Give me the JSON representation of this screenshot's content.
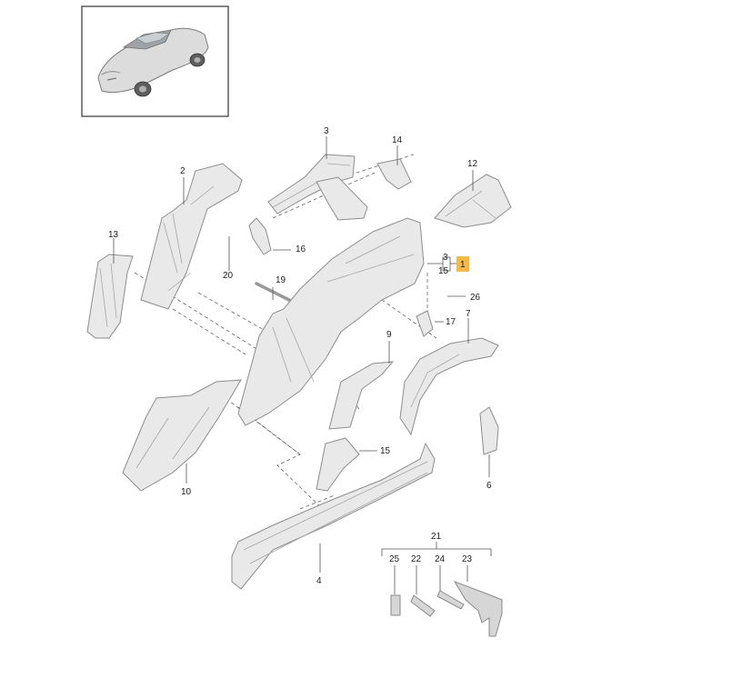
{
  "colors": {
    "background": "#ffffff",
    "part_fill": "#e9e9e9",
    "part_stroke": "#8d8d8d",
    "highlight": "#f5b94a",
    "line": "#555555"
  },
  "callouts": {
    "c1": "1",
    "c2": "2",
    "c3_top": "3",
    "c3_group": "3",
    "c4": "4",
    "c6": "6",
    "c7": "7",
    "c9": "9",
    "c10": "10",
    "c12": "12",
    "c13": "13",
    "c14": "14",
    "c15_group": "15",
    "c15_lower": "15",
    "c16": "16",
    "c17": "17",
    "c19": "19",
    "c20": "20",
    "c21": "21",
    "c22": "22",
    "c23": "23",
    "c24": "24",
    "c25": "25",
    "c26": "26"
  }
}
